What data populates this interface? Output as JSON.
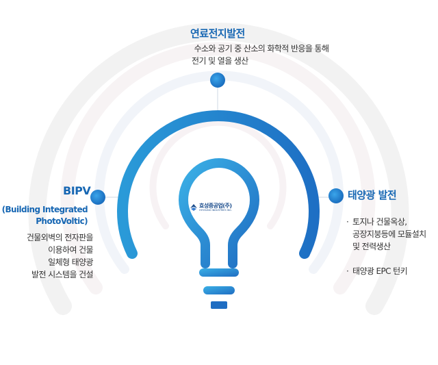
{
  "logo": {
    "name_ko": "효성중공업(주)",
    "name_en": "HYOSUNG INDUSTRIES INC."
  },
  "nodes": {
    "top": {
      "title": "연료전지발전",
      "lines": [
        "수소와 공기 중 산소의 화학적 반응을 통해",
        "전기 및 열을 생산"
      ]
    },
    "left": {
      "title": "BIPV",
      "subtitle_lines": [
        "(Building Integrated",
        "PhotoVoltic)"
      ],
      "lines": [
        "건물외벽의 전자판을",
        "이용하여 건물",
        "일체형 태양광",
        "발전 시스템을 건설"
      ]
    },
    "right": {
      "title": "태양광 발전",
      "bullets": [
        "토지나 건물옥상,\n공장지붕등에 모듈설치\n및 전력생산",
        "태양광 EPC 턴키"
      ]
    }
  },
  "colors": {
    "accent": "#1767b3",
    "arc": "#2a9ad8",
    "node": "#1d7fd0"
  }
}
